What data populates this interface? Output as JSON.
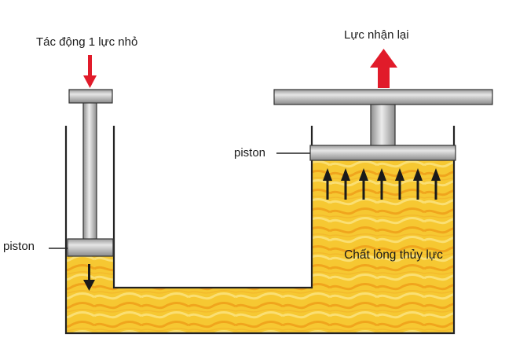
{
  "labels": {
    "input_force": "Tác động 1 lực nhỏ",
    "output_force": "Lực nhận lại",
    "piston_small": "piston",
    "piston_large": "piston",
    "fluid": "Chất lỏng thủy lực"
  },
  "colors": {
    "fluid": "#f6c832",
    "fluid_wave": "#f0a91c",
    "fluid_highlight": "#fbe27a",
    "piston_metal": "#c8c8c8",
    "piston_dark": "#6e6e6e",
    "arrow_red": "#e11b2a",
    "arrow_black": "#1a1a1a",
    "outline": "#222222"
  },
  "icons": {
    "input_arrow": "arrow-down-red",
    "output_arrow": "arrow-up-red",
    "pressure_arrows": "arrow-up-black",
    "small_piston_arrow": "arrow-down-black"
  }
}
